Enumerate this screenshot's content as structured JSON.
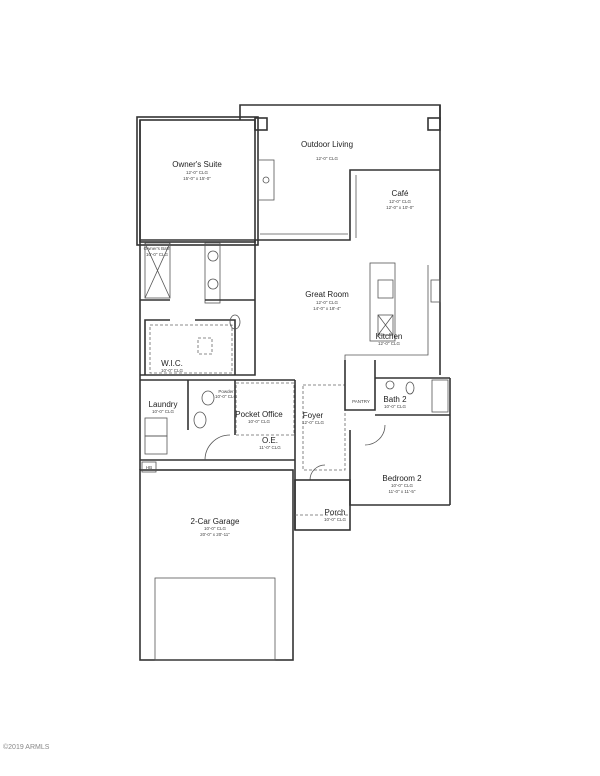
{
  "rooms": {
    "owners_suite": {
      "name": "Owner's Suite",
      "ceiling": "12'-0\" CLG",
      "size": "15'-0\" x 15'-0\""
    },
    "outdoor_living": {
      "name": "Outdoor Living",
      "ceiling": "12'-0\" CLG"
    },
    "cafe": {
      "name": "Café",
      "ceiling": "12'-0\" CLG",
      "size": "12'-0\" x 10'-0\""
    },
    "great_room": {
      "name": "Great Room",
      "ceiling": "12'-0\" CLG",
      "size": "14'-0\" x 18'-4\""
    },
    "kitchen": {
      "name": "Kitchen",
      "ceiling": "12'-0\" CLG"
    },
    "owners_bath": {
      "name": "Owner's Bath",
      "ceiling": "10'-0\" CLG"
    },
    "wic": {
      "name": "W.I.C.",
      "ceiling": "10'-0\" CLG"
    },
    "laundry": {
      "name": "Laundry",
      "ceiling": "10'-0\" CLG"
    },
    "powder": {
      "name": "Powder",
      "ceiling": "10'-0\" CLG"
    },
    "pocket_office": {
      "name": "Pocket Office",
      "ceiling": "10'-0\" CLG"
    },
    "oe": {
      "name": "O.E.",
      "ceiling": "11'-0\" CLG"
    },
    "foyer": {
      "name": "Foyer",
      "ceiling": "12'-0\" CLG"
    },
    "pantry": {
      "name": "PANTRY"
    },
    "bath2": {
      "name": "Bath 2",
      "ceiling": "10'-0\" CLG"
    },
    "bedroom2": {
      "name": "Bedroom 2",
      "ceiling": "10'-0\" CLG",
      "size": "11'-0\" x 11'-5\""
    },
    "porch": {
      "name": "Porch",
      "ceiling": "10'-0\" CLG"
    },
    "garage": {
      "name": "2-Car Garage",
      "ceiling": "10'-0\" CLG",
      "size": "20'-0\" x 20'-11\""
    },
    "hb": {
      "name": "HB"
    }
  },
  "footer": {
    "copyright": "©2019 ARMLS"
  }
}
